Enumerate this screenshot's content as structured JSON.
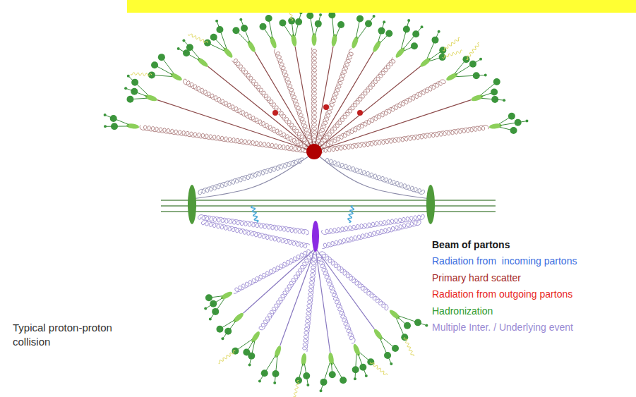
{
  "diagram": {
    "labels": [
      "Typical proton-proton collision"
    ],
    "legend": [
      {
        "text": "Beam of partons",
        "color": "#1a1a1a"
      },
      {
        "text": "Radiation from  incoming partons",
        "color": "#3d6fe0"
      },
      {
        "text": "Primary hard scatter",
        "color": "#a52a2a"
      },
      {
        "text": "Radiation from outgoing partons",
        "color": "#e8271e"
      },
      {
        "text": "Hadronization",
        "color": "#2e9a2e"
      },
      {
        "text": "Multiple Inter. / Underlying event",
        "color": "#9a8bd4"
      }
    ]
  }
}
